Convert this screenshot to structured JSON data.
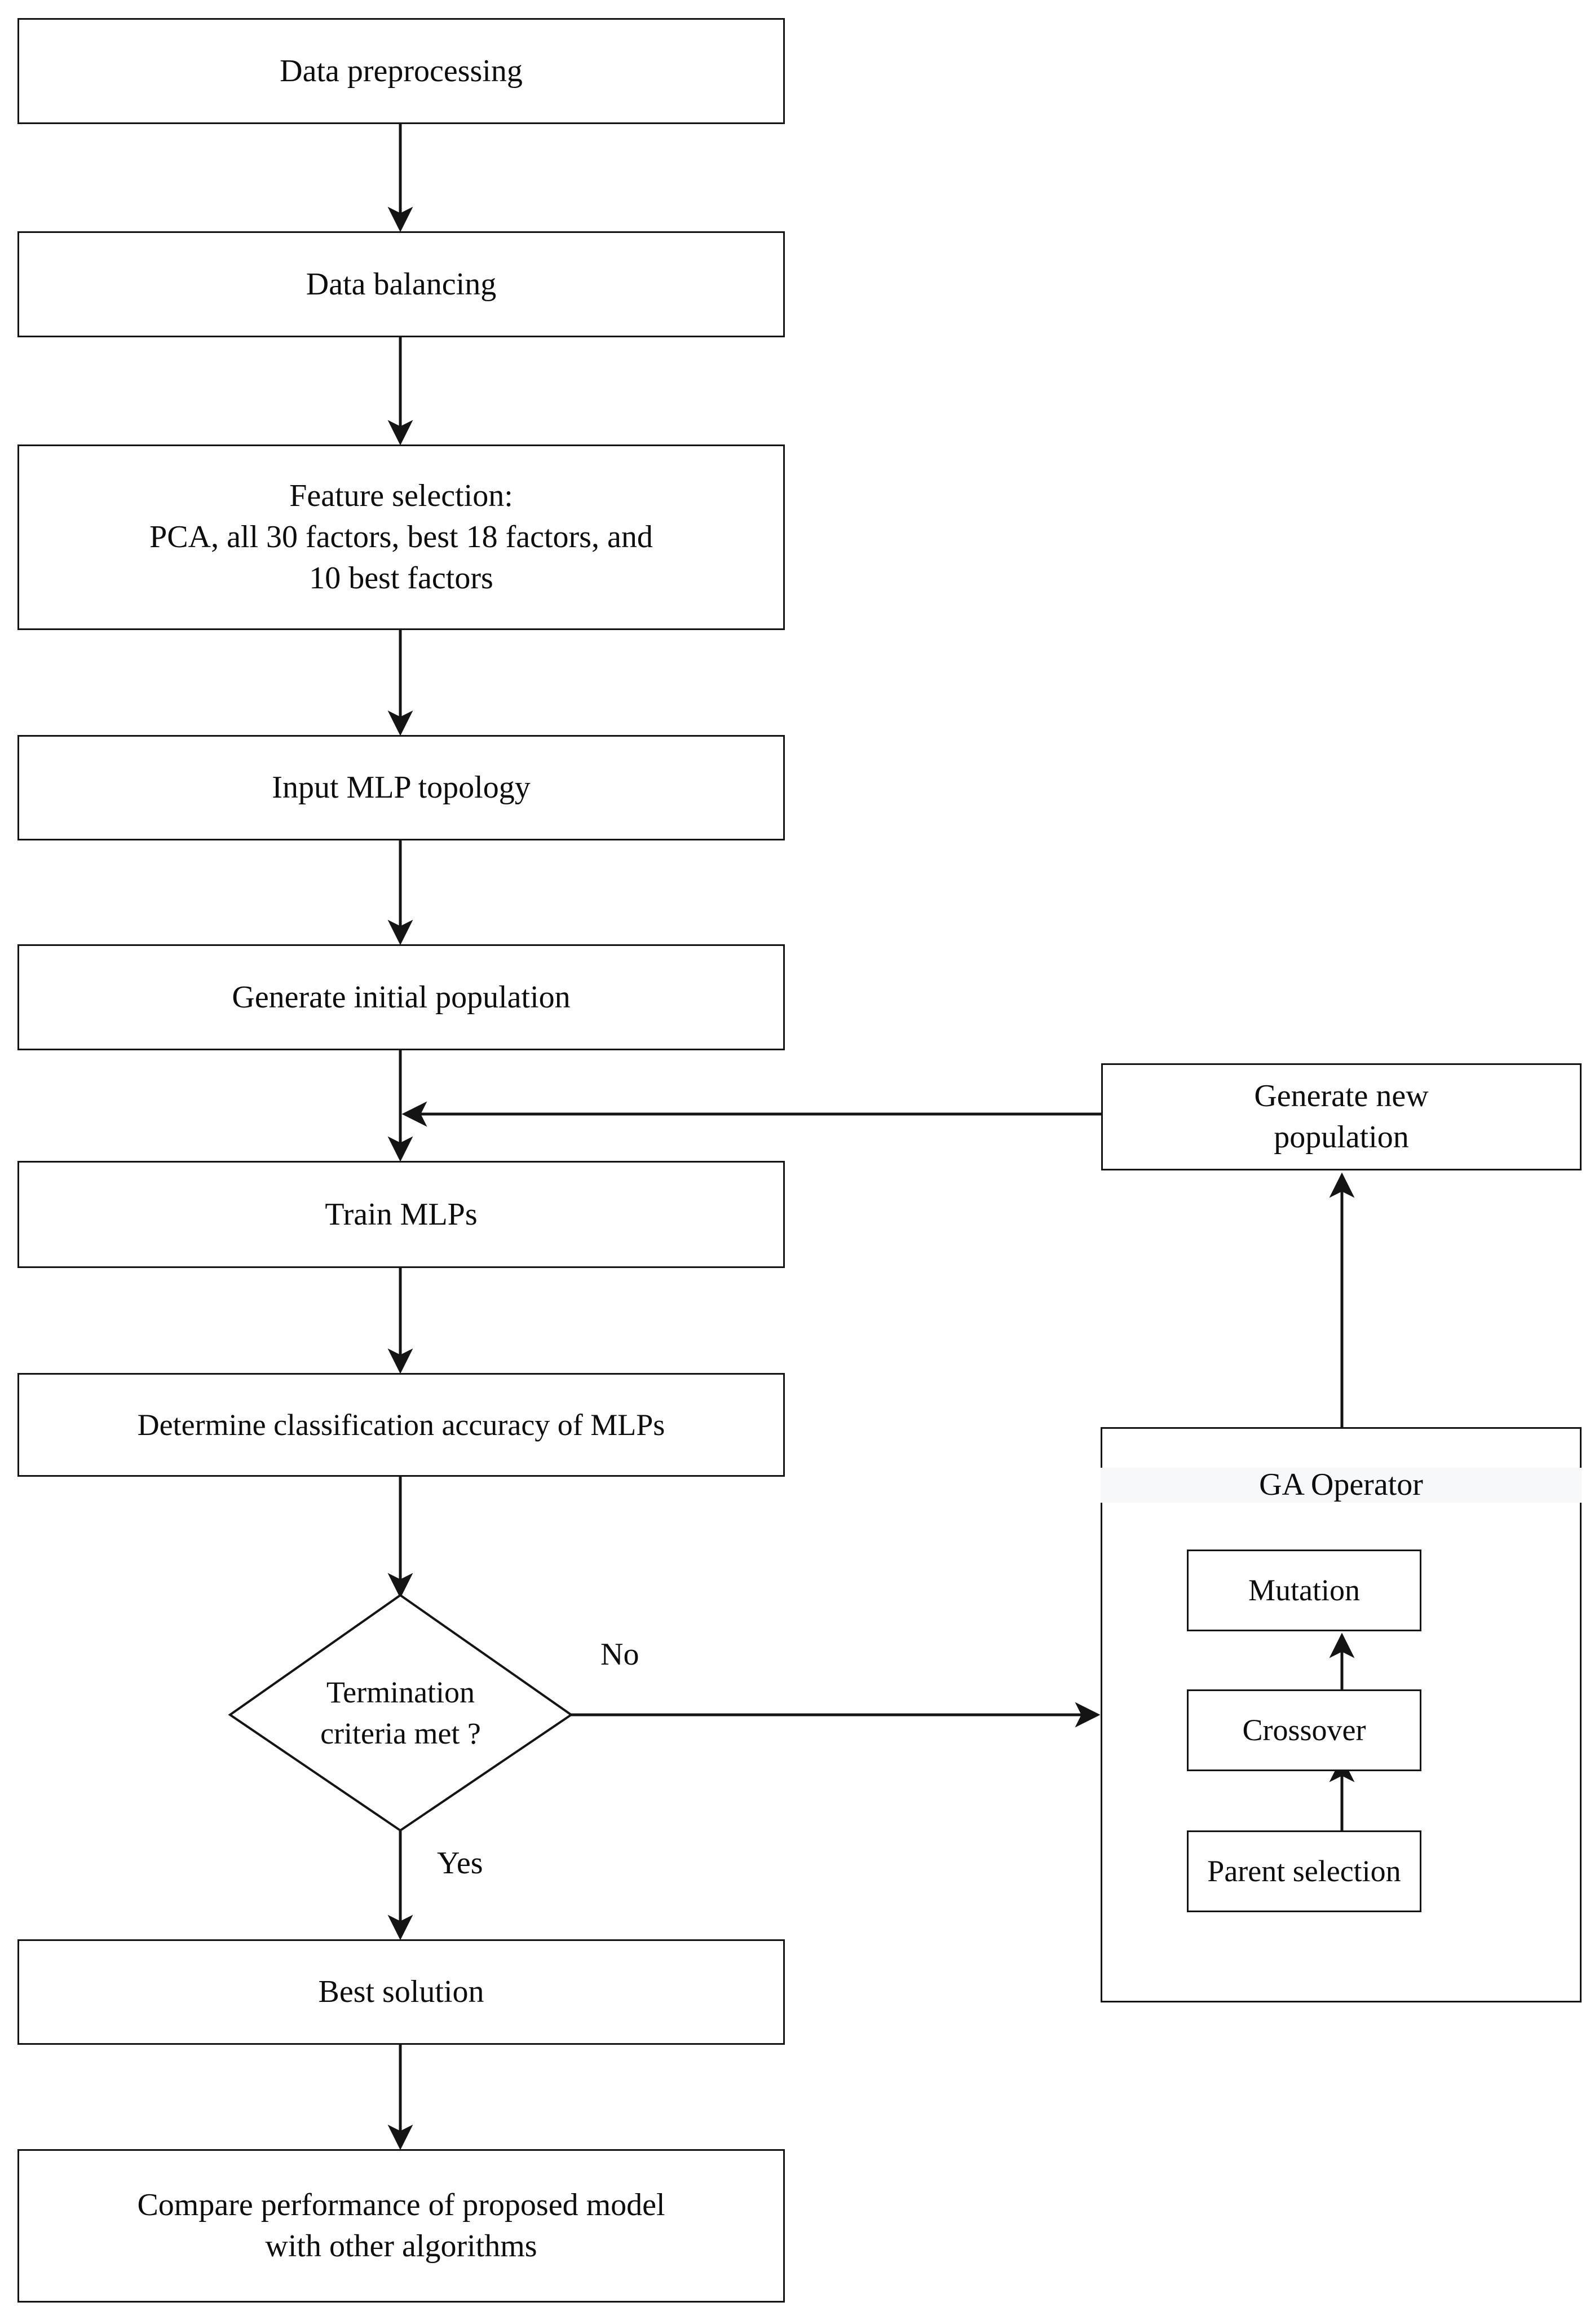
{
  "diagram": {
    "title": "GA-MLP methodology flowchart",
    "background_color": "#ffffff",
    "stroke_color": "#141414",
    "text_color": "#0d0d0d"
  },
  "nodes": {
    "data_preprocessing": "Data preprocessing",
    "data_balancing": "Data balancing",
    "feature_selection": "Feature selection:\nPCA, all 30 factors, best 18 factors, and\n10 best factors",
    "input_mlp_topology": "Input MLP topology",
    "generate_initial_population": "Generate initial population",
    "train_mlps": "Train MLPs",
    "determine_accuracy": "Determine classification accuracy of MLPs",
    "termination_decision": "Termination\ncriteria met ?",
    "best_solution": "Best solution",
    "compare_performance": "Compare performance of proposed model\nwith other algorithms",
    "generate_new_population": "Generate new\npopulation"
  },
  "ga_operator": {
    "title": "GA Operator",
    "steps": [
      {
        "label": "Mutation"
      },
      {
        "label": "Crossover"
      },
      {
        "label": "Parent selection"
      }
    ]
  },
  "edge_labels": {
    "no": "No",
    "yes": "Yes"
  }
}
